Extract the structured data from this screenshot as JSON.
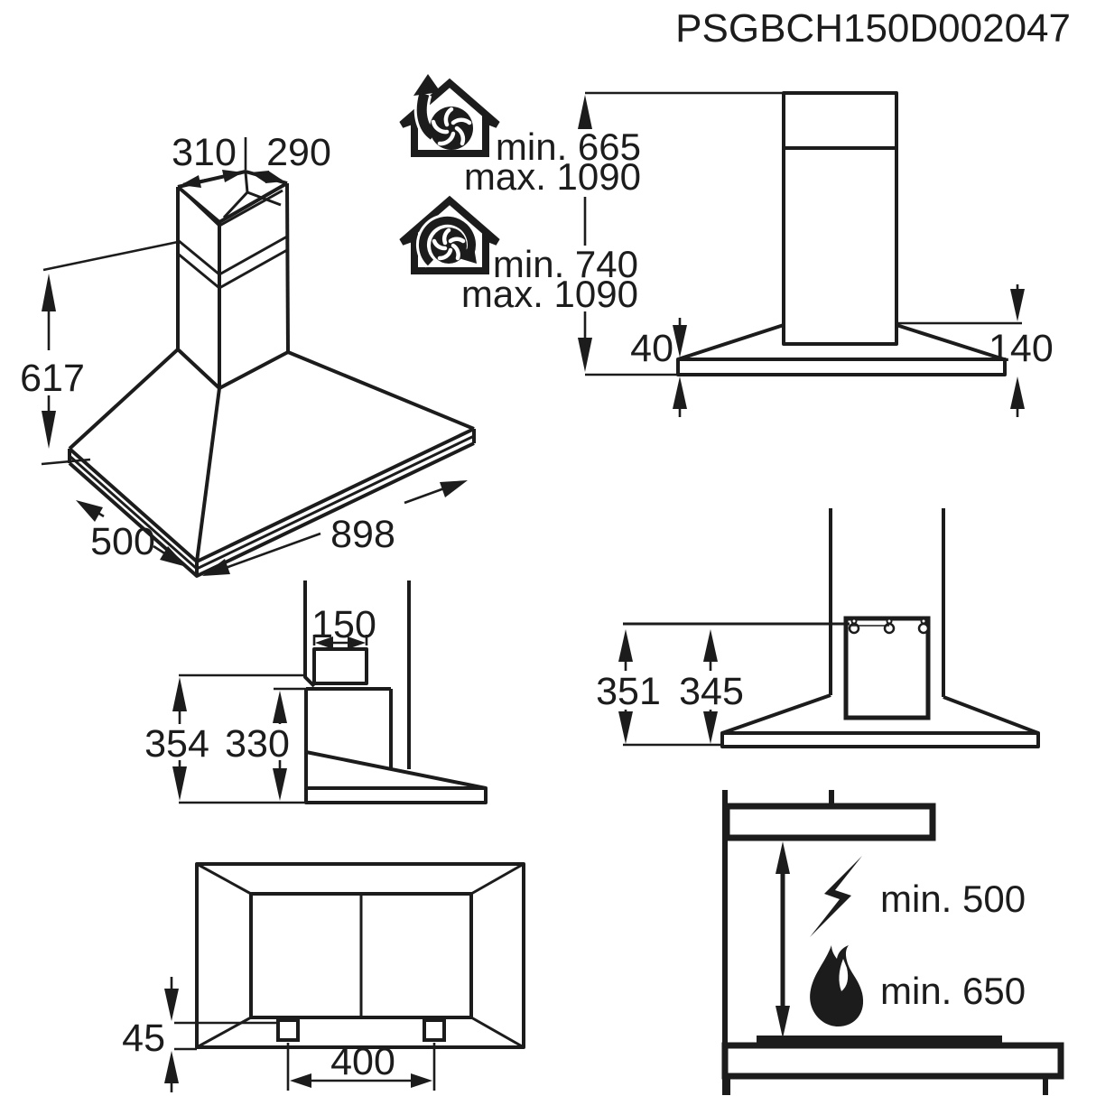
{
  "title": "PSGBCH150D002047",
  "colors": {
    "ink": "#1c1c1c",
    "background": "#ffffff"
  },
  "perspective_view": {
    "chimney_width": "310",
    "chimney_depth": "290",
    "height": "617",
    "body_width": "898",
    "body_depth": "500"
  },
  "installation_modes": {
    "extraction": {
      "label_min": "min. 665",
      "label_max": "max. 1090"
    },
    "recirculation": {
      "label_min": "min. 740",
      "label_max": "max. 1090"
    }
  },
  "front_view": {
    "base_height": "40",
    "canopy_height": "140"
  },
  "side_view": {
    "duct_width": "150",
    "height_total": "354",
    "height_body": "330"
  },
  "rear_view": {
    "height_to_bracket": "351",
    "bracket_height": "345"
  },
  "bottom_view": {
    "lamp_inset": "45",
    "lamp_spacing": "400"
  },
  "clearances": {
    "electric_hob": "min. 500",
    "gas_hob": "min. 650"
  }
}
